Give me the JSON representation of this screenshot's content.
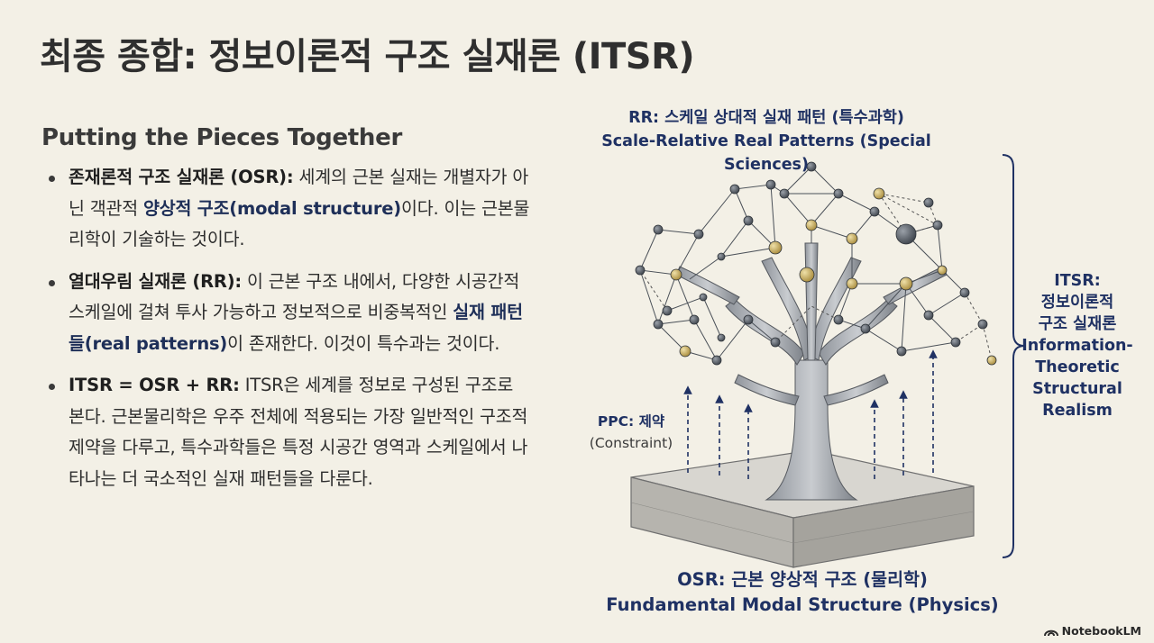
{
  "title": "최종 종합: 정보이론적 구조 실재론 (ITSR)",
  "subtitle": "Putting the Pieces Together",
  "bullets": {
    "osr": {
      "term": "존재론적 구조 실재론 (OSR):",
      "t1": " 세계의 근본 실재는 개별자가 아닌 객관적 ",
      "hl": "양상적 구조(modal structure)",
      "t2": "이다. 이는 근본물리학이 기술하는 것이다."
    },
    "rr": {
      "term": "열대우림 실재론 (RR):",
      "t1": " 이 근본 구조 내에서, 다양한 시공간적 스케일에 걸쳐 투사 가능하고 정보적으로 비중복적인 ",
      "hl": "실재 패턴들(real patterns)",
      "t2": "이 존재한다. 이것이 특수과는 것이다."
    },
    "itsr": {
      "term": "ITSR = OSR + RR:",
      "t1": " ITSR은 세계를 정보로 구성된 구조로 본다. 근본물리학은 우주 전체에 적용되는 가장 일반적인 구조적 제약을 다루고, 특수과학들은 특정 시공간 영역과 스케일에서 나타나는 더 국소적인 실재 패턴들을 다룬다."
    }
  },
  "diagram": {
    "rr_label_ko": "RR: 스케일 상대적 실재 패턴 (특수과학)",
    "rr_label_en": "Scale-Relative Real Patterns (Special Sciences)",
    "ppc_label": "PPC: 제약",
    "ppc_sub": "(Constraint)",
    "osr_label_ko": "OSR: 근본 양상적 구조 (물리학)",
    "osr_label_en": "Fundamental Modal Structure (Physics)",
    "itsr_lines": [
      "ITSR:",
      "정보이론적",
      "구조 실재론",
      "Information-",
      "Theoretic",
      "Structural",
      "Realism"
    ]
  },
  "footer": {
    "brand": "NotebookLM"
  },
  "colors": {
    "accent_navy": "#1e2f58",
    "background": "#f3f0e6",
    "node_gold": "#c2a85a"
  }
}
